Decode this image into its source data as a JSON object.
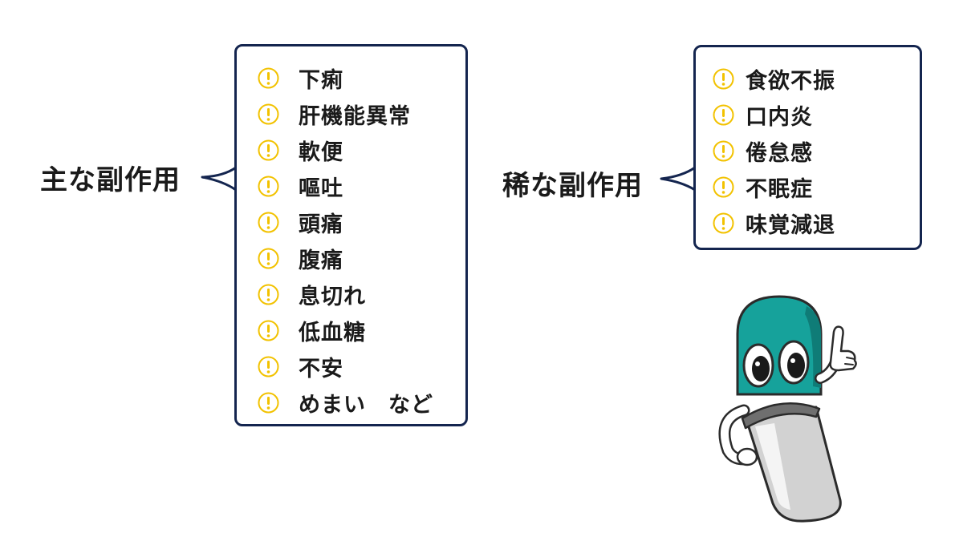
{
  "main_effects": {
    "label": "主な副作用",
    "icon": "warning-exclamation-icon",
    "items": [
      "下痢",
      "肝機能異常",
      "軟便",
      "嘔吐",
      "頭痛",
      "腹痛",
      "息切れ",
      "低血糖",
      "不安",
      "めまい　など"
    ]
  },
  "rare_effects": {
    "label": "稀な副作用",
    "icon": "warning-exclamation-icon",
    "items": [
      "食欲不振",
      "口内炎",
      "倦怠感",
      "不眠症",
      "味覚減退"
    ]
  },
  "mascot": {
    "icon": "capsule-character-pointing-up"
  },
  "colors": {
    "bubble_border": "#14254f",
    "warning_icon": "#f2c200",
    "capsule_cap": "#16a29b",
    "capsule_body": "#d2d2d2"
  }
}
